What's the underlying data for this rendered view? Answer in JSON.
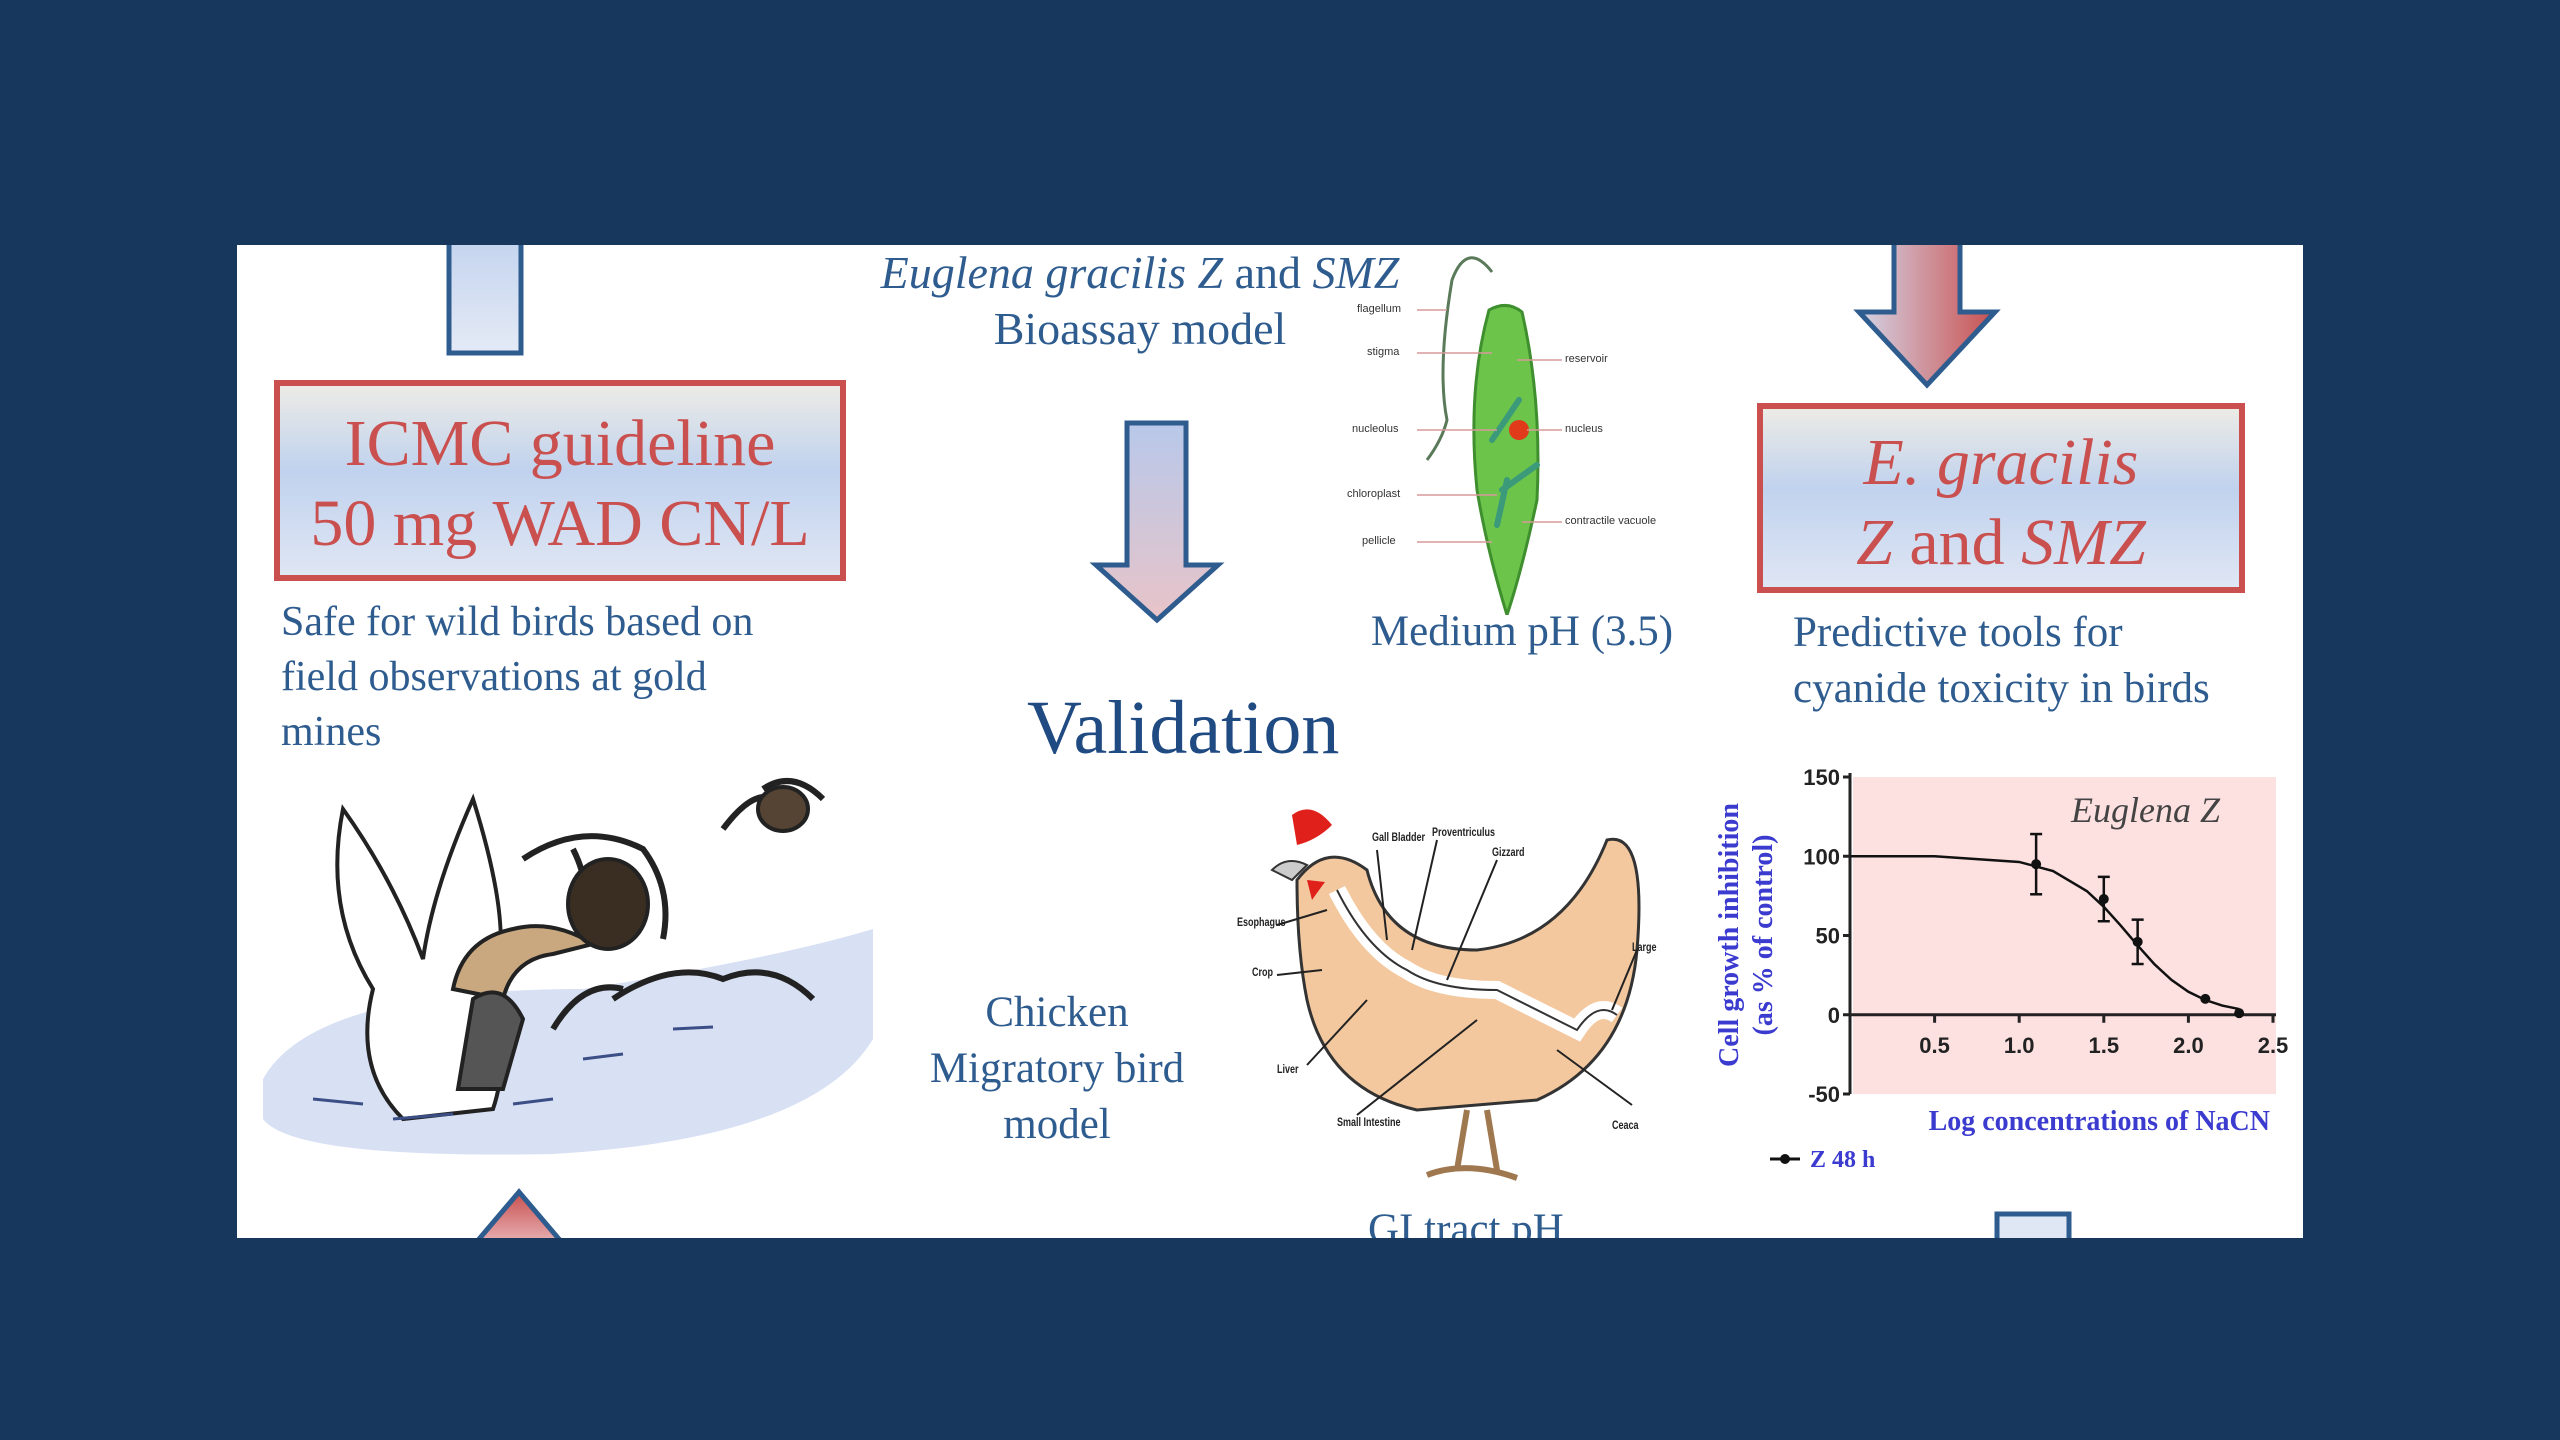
{
  "colors": {
    "background": "#17375c",
    "box_border": "#c9504f",
    "text_blue": "#2f5c8f",
    "chart_bg": "#fde0e0",
    "axis_label": "#3b3bd0"
  },
  "left": {
    "box_line1": "ICMC guideline",
    "box_line2": "50 mg WAD CN/L",
    "desc_line1": "Safe for wild birds based on",
    "desc_line2": "field observations at gold",
    "desc_line3": "mines",
    "image": "wild-ducks-illustration"
  },
  "center": {
    "title_italic1": "Euglena gracilis Z",
    "title_mid": " and ",
    "title_italic2": "SMZ",
    "subtitle": "Bioassay model",
    "medium": "Medium pH (3.5)",
    "validation": "Validation",
    "chicken_line1": "Chicken",
    "chicken_line2": "Migratory bird",
    "chicken_line3": "model",
    "gi": "GI tract pH",
    "euglena_labels": [
      "flagellum",
      "stigma",
      "reservoir",
      "nucleolus",
      "nucleus",
      "chloroplast",
      "contractile vacuole",
      "pellicle"
    ],
    "chicken_labels": [
      "Esophagus",
      "Gall Bladder",
      "Proventriculus",
      "Gizzard",
      "Crop",
      "Liver",
      "Small Intestine",
      "Large",
      "Ceaca"
    ]
  },
  "right": {
    "box_line1": "E. gracilis",
    "box_line2a": "Z",
    "box_line2b": " and ",
    "box_line2c": "SMZ",
    "desc_line1": "Predictive tools for",
    "desc_line2": "cyanide toxicity in birds"
  },
  "chart_data": {
    "type": "line",
    "title": "Euglena Z",
    "xlabel": "Log concentrations of NaCN",
    "ylabel_line1": "Cell growth inhibition",
    "ylabel_line2": "(as % of control)",
    "xlim": [
      0,
      2.5
    ],
    "ylim": [
      -50,
      150
    ],
    "xticks": [
      "0.5",
      "1.0",
      "1.5",
      "2.0",
      "2.5"
    ],
    "yticks": [
      "150",
      "100",
      "50",
      "0",
      "-50"
    ],
    "legend": "Z 48 h",
    "series": [
      {
        "name": "Z 48 h",
        "points": [
          {
            "x": 1.1,
            "y": 95,
            "err": 19
          },
          {
            "x": 1.5,
            "y": 73,
            "err": 14
          },
          {
            "x": 1.7,
            "y": 46,
            "err": 14
          },
          {
            "x": 2.1,
            "y": 10,
            "err": 0
          },
          {
            "x": 2.3,
            "y": 1,
            "err": 0
          }
        ]
      }
    ],
    "fit_curve": {
      "x": [
        0,
        0.5,
        1.0,
        1.2,
        1.4,
        1.5,
        1.6,
        1.7,
        1.8,
        1.9,
        2.0,
        2.1,
        2.2,
        2.3
      ],
      "y": [
        100,
        100,
        96.4,
        90.7,
        78.0,
        68.1,
        56.3,
        43.7,
        31.8,
        22.0,
        14.5,
        9.3,
        5.8,
        3.6
      ]
    }
  }
}
